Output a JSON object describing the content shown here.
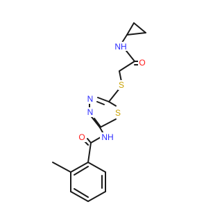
{
  "molecule": {
    "atoms": [
      {
        "id": "n_amide_top",
        "label": "NH",
        "color": "#2b2bff"
      },
      {
        "id": "o_amide_top",
        "label": "O",
        "color": "#ff1a1a"
      },
      {
        "id": "s_thioether",
        "label": "S",
        "color": "#c8a000"
      },
      {
        "id": "n_ring_1",
        "label": "N",
        "color": "#2b2bff"
      },
      {
        "id": "n_ring_2",
        "label": "N",
        "color": "#2b2bff"
      },
      {
        "id": "s_ring",
        "label": "S",
        "color": "#c8a000"
      },
      {
        "id": "n_amide_bottom",
        "label": "NH",
        "color": "#2b2bff"
      },
      {
        "id": "o_amide_bottom",
        "label": "O",
        "color": "#ff1a1a"
      }
    ],
    "bond_color": "#1a1a1a"
  }
}
